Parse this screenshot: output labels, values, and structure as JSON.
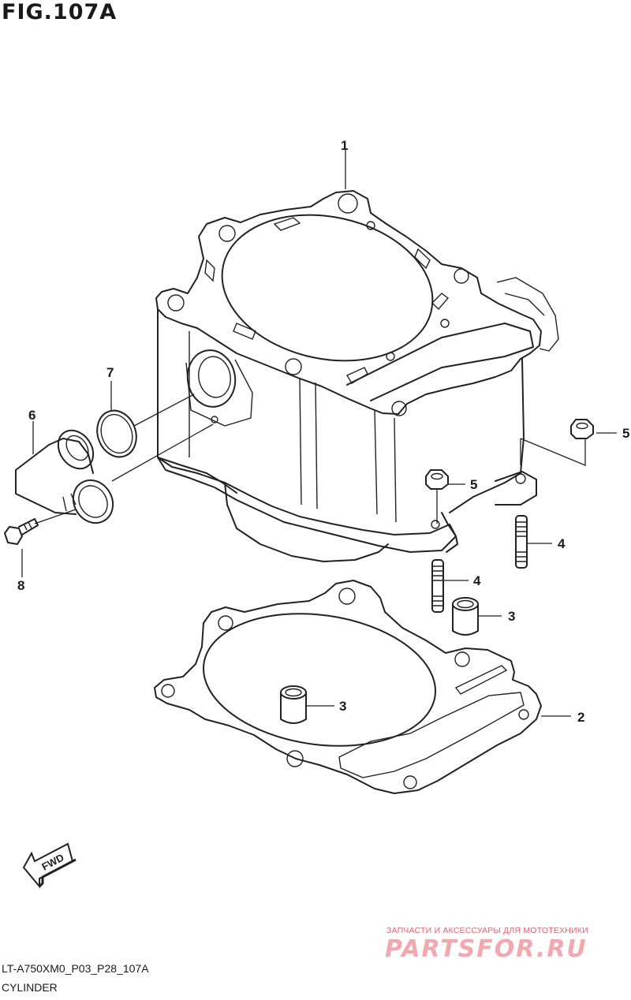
{
  "figure": {
    "title": "FIG.107A",
    "code": "LT-A750XM0_P03_P28_107A",
    "description": "CYLINDER"
  },
  "callouts": {
    "c1": "1",
    "c2": "2",
    "c3a": "3",
    "c3b": "3",
    "c4a": "4",
    "c4b": "4",
    "c5a": "5",
    "c5b": "5",
    "c6": "6",
    "c7": "7",
    "c8": "8"
  },
  "direction_marker": "FWD",
  "watermark": {
    "tagline": "ЗАПЧАСТИ И АКСЕССУАРЫ ДЛЯ МОТОТЕХНИКИ",
    "brand": "PARTSFOR.RU"
  }
}
